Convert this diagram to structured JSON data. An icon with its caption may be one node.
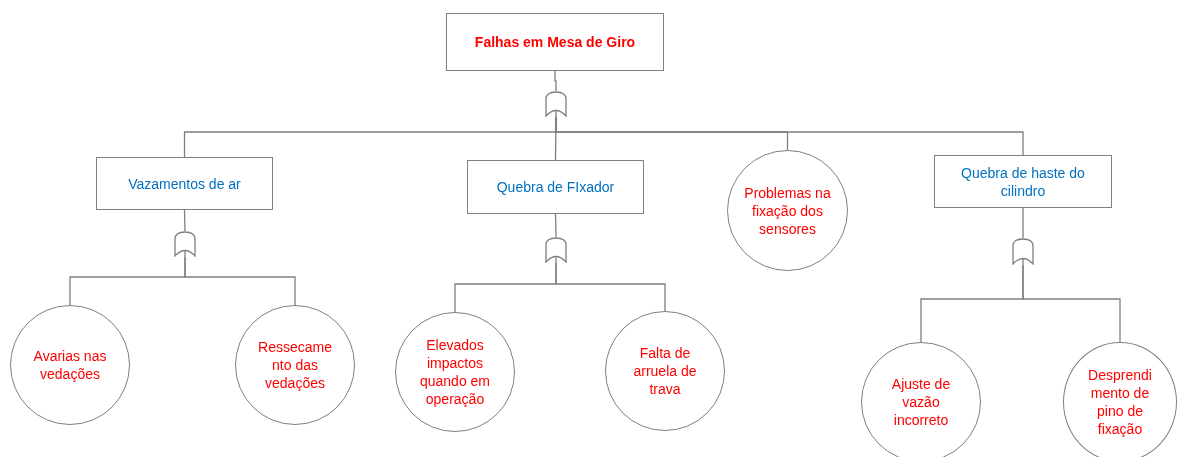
{
  "diagram": {
    "nodes": [
      {
        "text": [
          "Falhas em Mesa de Giro"
        ]
      },
      {
        "text": [],
        "shape": "gate"
      },
      {
        "text": [
          "Vazamentos de ar"
        ]
      },
      {
        "text": [
          "Quebra de FIxador"
        ]
      },
      {
        "text": [
          "Problemas na fixação dos sensores"
        ]
      },
      {
        "text": [
          "Quebra de haste do cilindro"
        ]
      },
      {
        "text": [],
        "shape": "gate"
      },
      {
        "text": [
          "Avarias nas vedações"
        ]
      },
      {
        "text": [
          "Ressecame nto das vedações"
        ]
      },
      {
        "text": [],
        "shape": "gate"
      },
      {
        "text": [
          "Elevados impactos quando em operação"
        ]
      },
      {
        "text": [
          "Falta de arruela de trava"
        ]
      },
      {
        "text": [],
        "shape": "gate"
      },
      {
        "text": [
          "Ajuste de vazão incorreto"
        ]
      },
      {
        "text": [
          "Desprendi mento de pino de fixação"
        ]
      }
    ],
    "edges": [
      {
        "from": 0,
        "to": 1,
        "arrow": "none"
      },
      {
        "from": 1,
        "to": 2,
        "arrow": "none"
      },
      {
        "from": 1,
        "to": 3,
        "arrow": "none"
      },
      {
        "from": 1,
        "to": 4,
        "arrow": "none"
      },
      {
        "from": 1,
        "to": 5,
        "arrow": "none"
      },
      {
        "from": 2,
        "to": 6,
        "arrow": "none"
      },
      {
        "from": 6,
        "to": 7,
        "arrow": "none"
      },
      {
        "from": 6,
        "to": 8,
        "arrow": "none"
      },
      {
        "from": 3,
        "to": 9,
        "arrow": "none"
      },
      {
        "from": 9,
        "to": 10,
        "arrow": "none"
      },
      {
        "from": 9,
        "to": 11,
        "arrow": "none"
      },
      {
        "from": 5,
        "to": 12,
        "arrow": "none"
      },
      {
        "from": 12,
        "to": 13,
        "arrow": "none"
      },
      {
        "from": 12,
        "to": 14,
        "arrow": "none"
      }
    ]
  }
}
